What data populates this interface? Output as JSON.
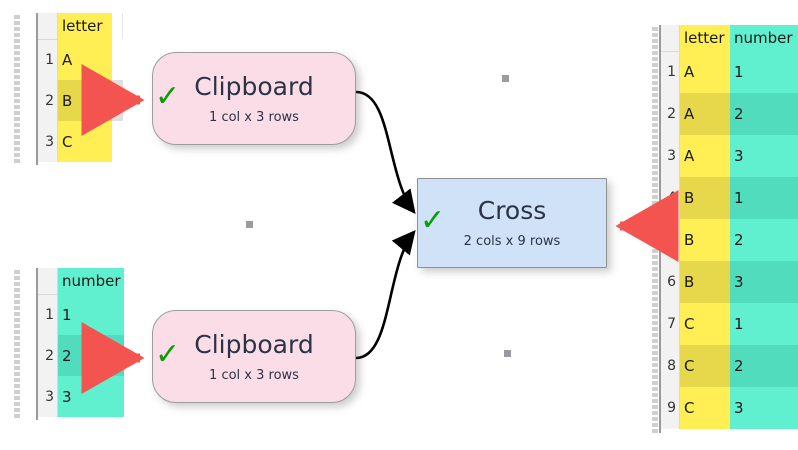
{
  "app": {
    "canvas_background": "#ffffff",
    "accent_yellow": "#ffee54",
    "accent_cyan": "#60f0d0",
    "node_pink": "#fbdde7",
    "node_blue": "#cfe2f8",
    "arrow_red": "#f4544f",
    "tick_green": "#0a9c0a",
    "link_black": "#000000"
  },
  "tables": {
    "source_letter": {
      "name": "letter-source-table",
      "columns": [
        "letter"
      ],
      "row_numbers": [
        "1",
        "2",
        "3"
      ],
      "rows": [
        [
          "A"
        ],
        [
          "B"
        ],
        [
          "C"
        ]
      ],
      "highlighted_row": "2"
    },
    "source_number": {
      "name": "number-source-table",
      "columns": [
        "number"
      ],
      "row_numbers": [
        "1",
        "2",
        "3"
      ],
      "rows": [
        [
          "1"
        ],
        [
          "2"
        ],
        [
          "3"
        ]
      ],
      "highlighted_row": "2"
    },
    "result": {
      "name": "cross-result-table",
      "columns": [
        "letter",
        "number"
      ],
      "row_numbers": [
        "1",
        "2",
        "3",
        "4",
        "5",
        "6",
        "7",
        "8",
        "9"
      ],
      "rows": [
        [
          "A",
          "1"
        ],
        [
          "A",
          "2"
        ],
        [
          "A",
          "3"
        ],
        [
          "B",
          "1"
        ],
        [
          "B",
          "2"
        ],
        [
          "B",
          "3"
        ],
        [
          "C",
          "1"
        ],
        [
          "C",
          "2"
        ],
        [
          "C",
          "3"
        ]
      ]
    }
  },
  "nodes": {
    "clipboard_top": {
      "title": "Clipboard",
      "subtitle": "1 col x 3 rows",
      "status_icon": "check-icon"
    },
    "clipboard_bottom": {
      "title": "Clipboard",
      "subtitle": "1 col x 3 rows",
      "status_icon": "check-icon"
    },
    "cross": {
      "title": "Cross",
      "subtitle": "2 cols x 9 rows",
      "status_icon": "check-icon"
    }
  },
  "annotations": {
    "arrow_to_clipboard_top": "red-arrow-right-icon",
    "arrow_to_clipboard_bottom": "red-arrow-right-icon",
    "arrow_from_cross_to_result": "red-arrow-left-icon",
    "link_top": "curved-link-arrow-icon",
    "link_bottom": "curved-link-arrow-icon"
  },
  "canvas_dots": [
    "grid-dot",
    "grid-dot",
    "grid-dot"
  ]
}
